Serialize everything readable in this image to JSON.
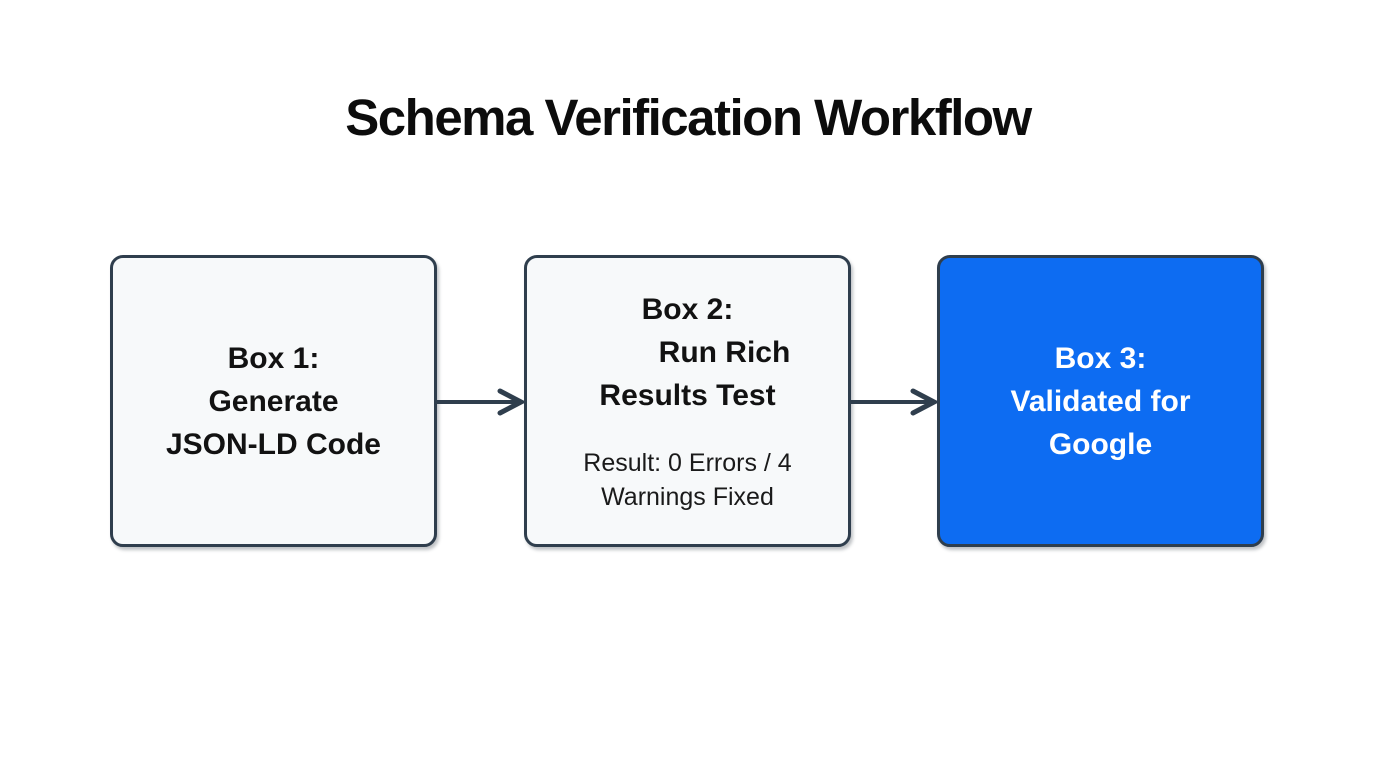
{
  "title": "Schema Verification Workflow",
  "colors": {
    "page_bg": "#ffffff",
    "box_fill": "#f7f9fa",
    "box_border": "#2f3e4d",
    "accent_blue": "#0d6cf2",
    "text_dark": "#121212",
    "text_light": "#ffffff",
    "arrow": "#2f3e4d"
  },
  "boxes": [
    {
      "id": "box-1",
      "variant": "light",
      "lines": [
        "Box 1:",
        "Generate",
        "JSON-LD Code"
      ]
    },
    {
      "id": "box-2",
      "variant": "light",
      "lines": [
        "Box 2:",
        "Run Rich",
        "Results Test"
      ],
      "subtext": [
        "Result: 0 Errors / 4",
        "Warnings Fixed"
      ]
    },
    {
      "id": "box-3",
      "variant": "accent",
      "lines": [
        "Box 3:",
        "Validated for",
        "Google"
      ]
    }
  ]
}
